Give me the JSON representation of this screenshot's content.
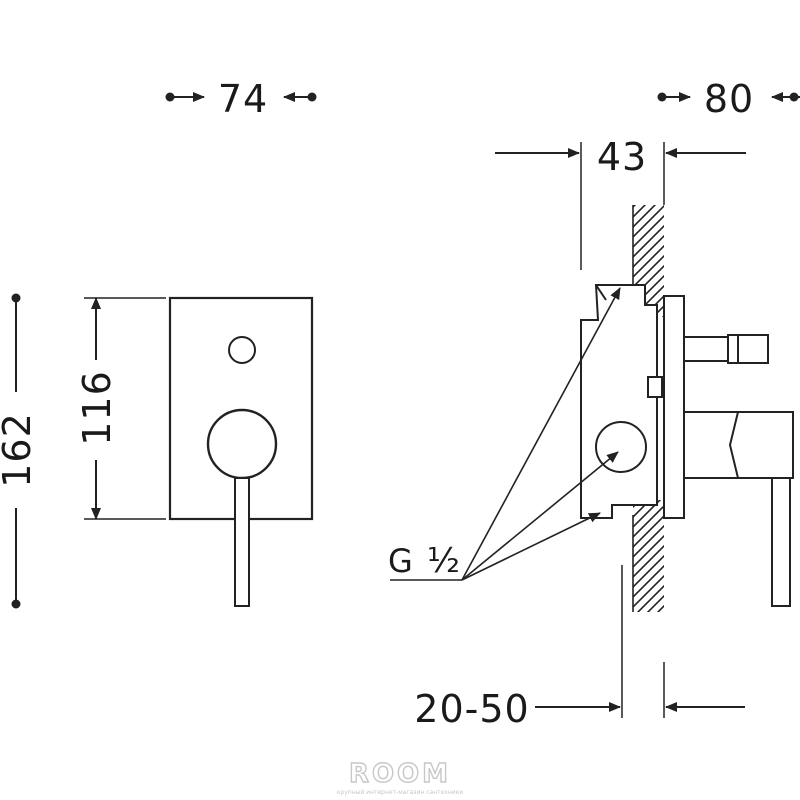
{
  "dimensions": {
    "front_width": "74",
    "side_depth": "80",
    "body_depth": "43",
    "total_height": "162",
    "plate_height": "116",
    "wall_range": "20-50",
    "thread_main": "G",
    "thread_frac": "½"
  },
  "watermark": {
    "logo": "ROOM",
    "tagline": "крупный интернет-магазин сантехники"
  }
}
